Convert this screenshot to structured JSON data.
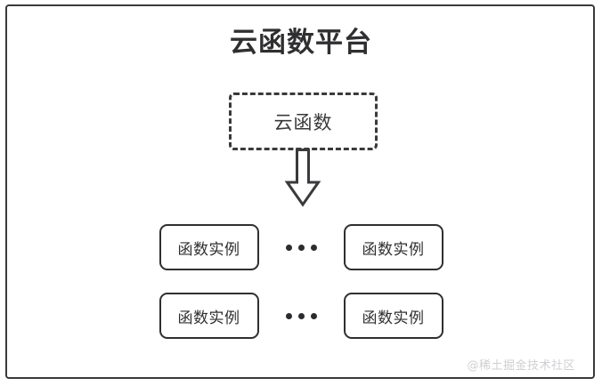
{
  "diagram": {
    "title": "云函数平台",
    "cloud_function": {
      "label": "云函数"
    },
    "arrow": {
      "icon": "down-block-arrow",
      "direction": "down"
    },
    "ellipsis": "...",
    "rows": [
      {
        "left_instance": "函数实例",
        "right_instance": "函数实例"
      },
      {
        "left_instance": "函数实例",
        "right_instance": "函数实例"
      }
    ],
    "watermark": "@稀土掘金技术社区",
    "colors": {
      "stroke": "#2f2f31",
      "dashed_stroke": "#3a3a3c",
      "text": "#2f2f31",
      "watermark": "#cfcfd2",
      "background": "#ffffff"
    }
  }
}
